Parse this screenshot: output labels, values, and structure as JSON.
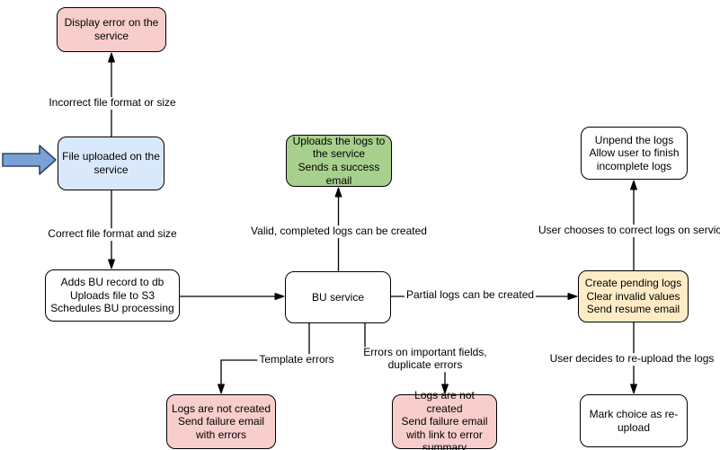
{
  "nodes": {
    "display_error": {
      "label": "Display error on the service"
    },
    "file_uploaded": {
      "label": "File uploaded on the service"
    },
    "adds_bu_record": {
      "label": "Adds BU record to db\nUploads file to S3\nSchedules BU processing"
    },
    "bu_service": {
      "label": "BU service"
    },
    "uploads_logs": {
      "label": "Uploads the logs to the service\nSends a success email"
    },
    "create_pending_logs": {
      "label": "Create pending logs\nClear invalid values\nSend resume email"
    },
    "unpend_logs": {
      "label": "Unpend the logs\nAllow user to finish incomplete logs"
    },
    "mark_choice_reupload": {
      "label": "Mark choice as re-upload"
    },
    "logs_not_created_template": {
      "label": "Logs are not created\nSend failure email with errors"
    },
    "logs_not_created_fields": {
      "label": "Logs are not created\nSend failure email with link to error summary"
    }
  },
  "edge_labels": {
    "incorrect_file": "Incorrect file format or size",
    "correct_file": "Correct file format and size",
    "valid_logs": "Valid, completed logs can be created",
    "partial_logs": "Partial logs can be created",
    "template_errors": "Template errors",
    "errors_fields": "Errors on important fields,\nduplicate errors",
    "user_corrects": "User chooses to correct logs on service",
    "user_reupload": "User decides to re-upload the logs"
  },
  "colors": {
    "error_fill": "#f8cecc",
    "input_fill": "#dae8fc",
    "success_fill": "#a8d08d",
    "pending_fill": "#ffecc7",
    "neutral_fill": "#ffffff",
    "node_border": "#000000",
    "connector": "#000000",
    "entry_arrow_fill": "#7aa0d8",
    "entry_arrow_border": "#33475c"
  }
}
